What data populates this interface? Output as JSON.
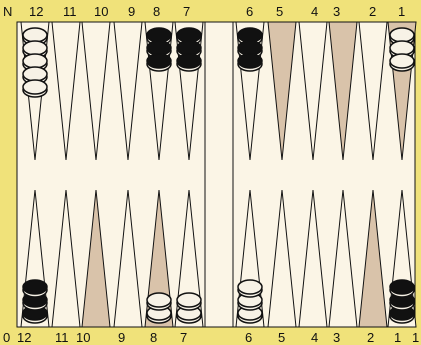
{
  "top_numbers": [
    "N",
    "12",
    "11",
    "10",
    "9",
    "8",
    "7",
    "6",
    "5",
    "4",
    "3",
    "2",
    "1"
  ],
  "bottom_numbers": [
    "0",
    "12",
    "11",
    "10",
    "9",
    "8",
    "7",
    "6",
    "5",
    "4",
    "3",
    "2",
    "1",
    "1"
  ],
  "colors": {
    "frame_bg": "#f0e27a",
    "board": "#fbf5e6",
    "point_shaded": "#d9c3aa",
    "checker_black": "#111111",
    "checker_white": "#f7f2e6",
    "outline": "#111111"
  },
  "points": {
    "top": [
      {
        "label": "12",
        "shaded": false
      },
      {
        "label": "11",
        "shaded": false
      },
      {
        "label": "10",
        "shaded": false
      },
      {
        "label": "9",
        "shaded": false
      },
      {
        "label": "8",
        "shaded": false
      },
      {
        "label": "7",
        "shaded": false
      },
      {
        "label": "6",
        "shaded": false
      },
      {
        "label": "5",
        "shaded": true
      },
      {
        "label": "4",
        "shaded": false
      },
      {
        "label": "3",
        "shaded": true
      },
      {
        "label": "2",
        "shaded": false
      },
      {
        "label": "1",
        "shaded": true
      }
    ],
    "bottom": [
      {
        "label": "12",
        "shaded": false
      },
      {
        "label": "11",
        "shaded": false
      },
      {
        "label": "10",
        "shaded": true
      },
      {
        "label": "9",
        "shaded": false
      },
      {
        "label": "8",
        "shaded": true
      },
      {
        "label": "7",
        "shaded": false
      },
      {
        "label": "6",
        "shaded": false
      },
      {
        "label": "5",
        "shaded": false
      },
      {
        "label": "4",
        "shaded": false
      },
      {
        "label": "3",
        "shaded": false
      },
      {
        "label": "2",
        "shaded": true
      },
      {
        "label": "1",
        "shaded": false
      }
    ]
  },
  "checkers": {
    "top": [
      {
        "point": "12",
        "color": "white",
        "count": 5
      },
      {
        "point": "8",
        "color": "black",
        "count": 3
      },
      {
        "point": "7",
        "color": "black",
        "count": 3
      },
      {
        "point": "6",
        "color": "black",
        "count": 3
      },
      {
        "point": "1",
        "color": "white",
        "count": 3
      }
    ],
    "bottom": [
      {
        "point": "12",
        "color": "black",
        "count": 3
      },
      {
        "point": "8",
        "color": "white",
        "count": 2
      },
      {
        "point": "7",
        "color": "white",
        "count": 2
      },
      {
        "point": "6",
        "color": "white",
        "count": 3
      },
      {
        "point": "1",
        "color": "black",
        "count": 3
      }
    ]
  }
}
